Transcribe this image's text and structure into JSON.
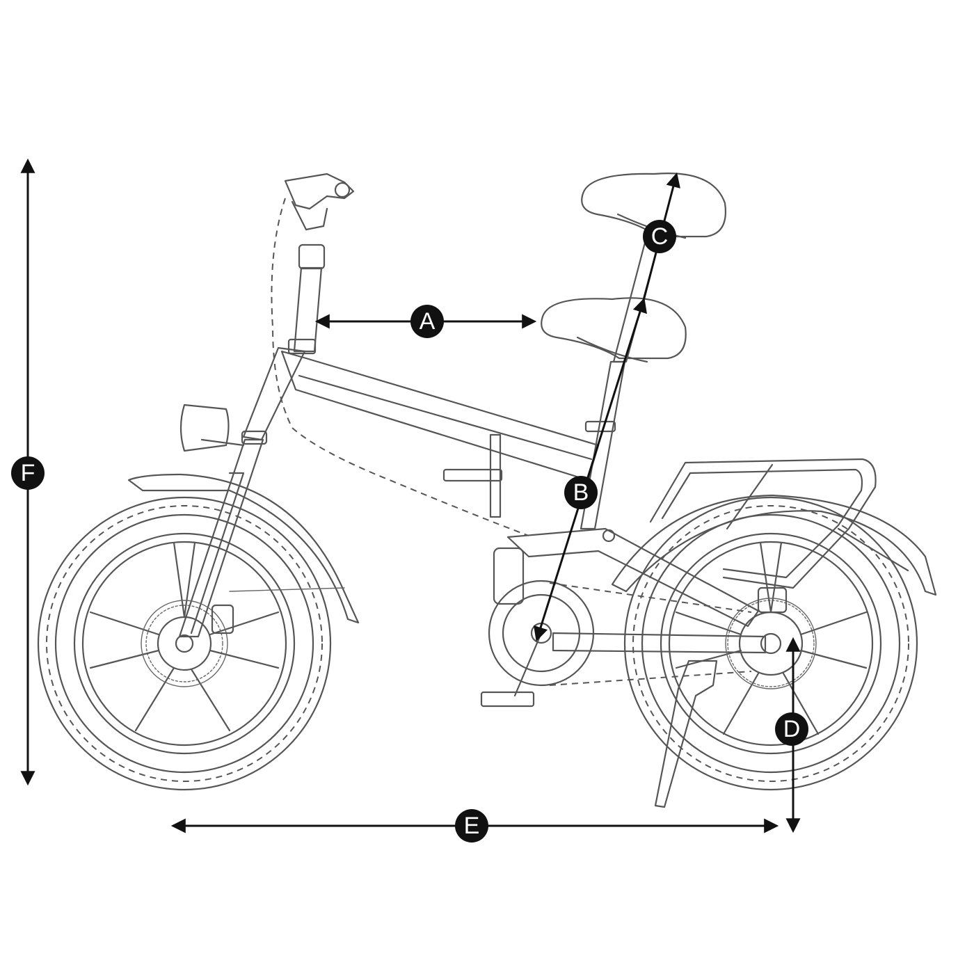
{
  "diagram": {
    "type": "folding e-bike dimension drawing",
    "line_color": "#555555",
    "marker_color": "#111111",
    "marker_text_color": "#ffffff",
    "dimension_labels": [
      "A",
      "B",
      "C",
      "D",
      "E",
      "F"
    ]
  }
}
